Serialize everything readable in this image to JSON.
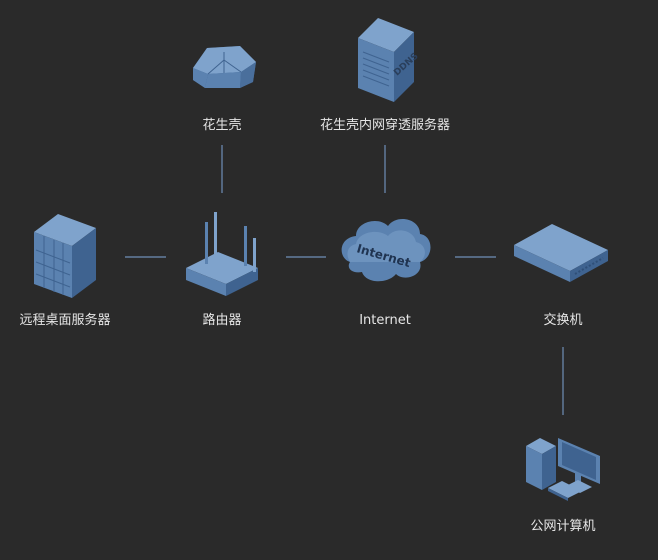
{
  "nodes": {
    "peanut_shell": {
      "label": "花生壳",
      "icon": "peanut-shell-device-icon"
    },
    "ddns_server": {
      "label": "花生壳内网穿透服务器",
      "icon": "ddns-server-icon",
      "badge": "DDNS"
    },
    "remote_desktop": {
      "label": "远程桌面服务器",
      "icon": "server-cabinet-icon"
    },
    "router": {
      "label": "路由器",
      "icon": "router-icon"
    },
    "internet": {
      "label": "Internet",
      "icon": "cloud-icon",
      "badge": "Internet"
    },
    "switch": {
      "label": "交换机",
      "icon": "network-switch-icon"
    },
    "public_pc": {
      "label": "公网计算机",
      "icon": "desktop-computer-icon"
    }
  },
  "colors": {
    "background": "#2a2a2a",
    "device_top": "#7fa3cc",
    "device_front": "#5b82b0",
    "device_side": "#3f6390",
    "edge_line": "#6f8fb8",
    "text": "#e6e6e6"
  }
}
